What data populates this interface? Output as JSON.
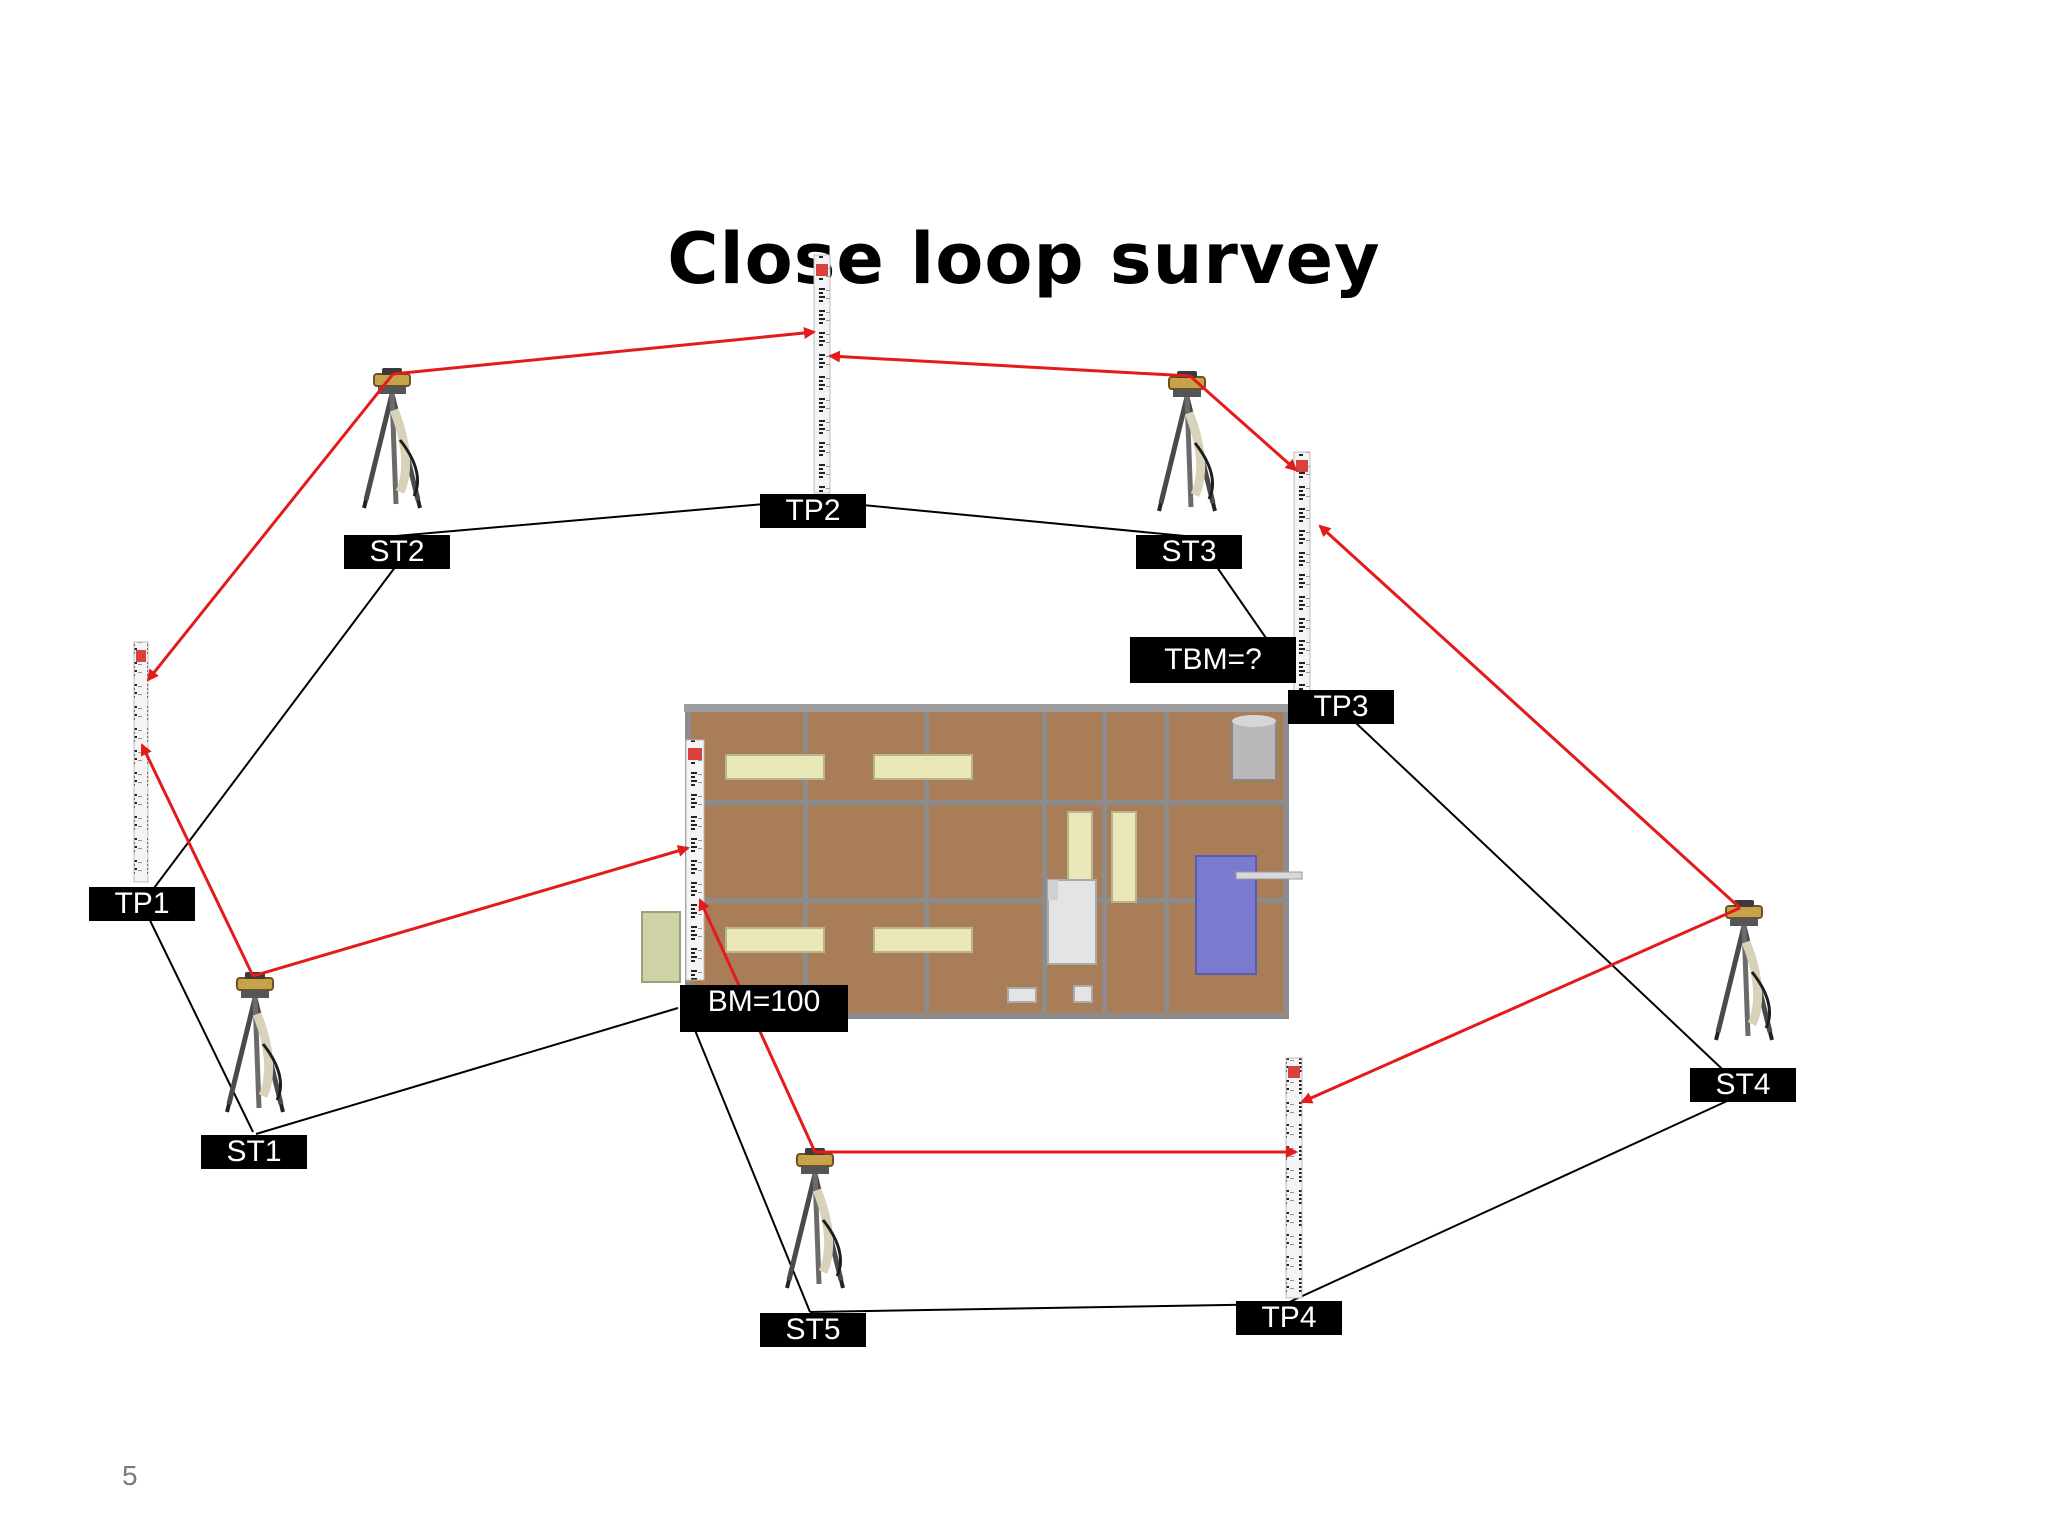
{
  "title": "Close loop survey",
  "page_number": "5",
  "labels": {
    "st1": "ST1",
    "st2": "ST2",
    "st3": "ST3",
    "st4": "ST4",
    "st5": "ST5",
    "tp1": "TP1",
    "tp2": "TP2",
    "tp3": "TP3",
    "tp4": "TP4",
    "bm": "BM=100",
    "tbm": "TBM=?"
  },
  "colors": {
    "sight_line": "#e41b1b",
    "connector": "#000000",
    "label_bg": "#000000",
    "label_text": "#ffffff",
    "floor": "#a97d58",
    "wall": "#8c8c8c",
    "bench": "#e9e6b8",
    "door": "#7a7ad1"
  }
}
